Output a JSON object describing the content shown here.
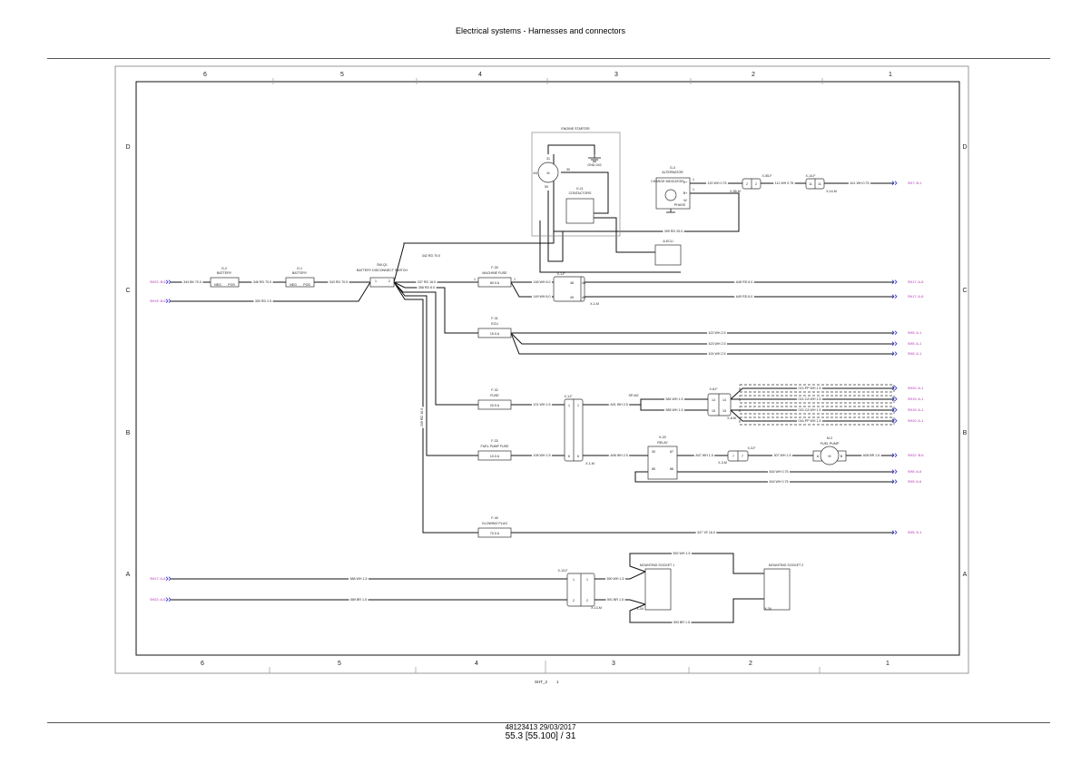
{
  "header": {
    "title": "Electrical systems - Harnesses and connectors"
  },
  "footer": {
    "doc_line": "48123413 29/03/2017",
    "page_ref": "55.3 [55.100] / 31"
  },
  "sheet": {
    "label": "SHT_2",
    "number": "1"
  },
  "frame": {
    "columns": [
      "6",
      "5",
      "4",
      "3",
      "2",
      "1"
    ],
    "rows": [
      "D",
      "C",
      "B",
      "A"
    ]
  },
  "components": {
    "batt2": {
      "id": "G-2",
      "name": "BATTERY",
      "neg": "NEG",
      "pos": "POS"
    },
    "batt1": {
      "id": "G-1",
      "name": "BATTERY",
      "neg": "NEG",
      "pos": "POS"
    },
    "switch": {
      "id": "SW-Q1",
      "name": "BATTERY DISCONNECT SWITCH",
      "p1": "1",
      "p2": "2"
    },
    "starter": {
      "name": "ENGINE STARTER",
      "motor": "M",
      "m_label": "M1",
      "t31": "31",
      "t30": "30",
      "t50": "50",
      "gnd": "GND-042"
    },
    "contactor": {
      "id": "K-11",
      "name": "CONTACTORS"
    },
    "ecu": {
      "name": "A-ECU"
    },
    "alternator": {
      "id": "G-3",
      "name": "ALTERNATOR",
      "indicator": "CHARGE INDICATOR",
      "dplus": "D+",
      "bplus": "B+",
      "w": "W",
      "phase": "PHASE",
      "pin1": "1",
      "pin2": "1"
    },
    "x55": {
      "f": "X-55-F",
      "m": "X-55-M",
      "a": "2",
      "b": "2"
    },
    "x14": {
      "f": "X-14-F",
      "m": "X-14-M",
      "a": "11",
      "b": "11"
    },
    "f30": {
      "id": "F-30",
      "name": "MACHINE FUSE",
      "rating": "80.0 A",
      "pa": "1",
      "pb": "1"
    },
    "x1_c": {
      "f": "X-1-F",
      "m": "X-1-M",
      "a1": "48",
      "b1": "48",
      "a2": "49",
      "b2": "49"
    },
    "f31": {
      "id": "F-31",
      "name": "ECU",
      "rating": "15.0 A"
    },
    "f32": {
      "id": "F-32",
      "name": "FUSE",
      "rating": "20.0 A"
    },
    "f33": {
      "id": "F-33",
      "name": "FUEL PUMP FUSE",
      "rating": "10.0 A"
    },
    "x1_b": {
      "f": "X-1-F",
      "m": "X-1-M",
      "a1": "1",
      "b1": "1",
      "a2": "6",
      "b2": "6"
    },
    "splice": {
      "id": "SP-M2"
    },
    "x8": {
      "f": "X-8-F",
      "m": "X-8-M",
      "a1": "14",
      "b1": "14",
      "a2": "15",
      "b2": "15"
    },
    "relay": {
      "id": "K-20",
      "name": "RELAY",
      "t30": "30",
      "t87": "87",
      "t85": "85",
      "t86": "86"
    },
    "x3": {
      "f": "X-3-F",
      "m": "X-3-M",
      "a": "7",
      "b": "7"
    },
    "pump": {
      "id": "M-2",
      "name": "FUEL PUMP",
      "motor": "M",
      "a": "A",
      "b": "B"
    },
    "f40": {
      "id": "F-40",
      "name": "GLOWING PLUG",
      "rating": "70.0 A"
    },
    "x13": {
      "f": "X-13-F",
      "m": "X-13-M",
      "a1": "1",
      "b1": "1",
      "a2": "2",
      "b2": "2"
    },
    "sock1": {
      "name": "MOUNTING SOCKET 1",
      "ref": "X-34"
    },
    "sock2": {
      "name": "MOUNTING SOCKET 2",
      "ref": "X-34"
    }
  },
  "wires": {
    "w344": "344 BK 70.0",
    "w346": "346 RD 70.0",
    "w343": "343 RD 70.0",
    "w350": "350 RD 2.5",
    "w342": "342 RD 70.0",
    "w337": "337 RD 16.0",
    "w358": "358 RD 6.0",
    "w339": "339 RD 16.0",
    "w120": "120 WH 0.75",
    "w111": "111 WH 0.75",
    "wA11": "A11 WH 0.75",
    "w399": "399 RD 25.0",
    "w148": "148 WH 6.0",
    "w149": "149 WH 6.0",
    "wA48": "A48 RD 6.0",
    "wA49": "A49 RD 6.0",
    "w422": "422 WH 2.5",
    "w423": "423 WH 2.5",
    "w424": "424 WH 2.5",
    "w101": "101 WH 1.5",
    "wA01": "A01 WH 2.5",
    "w584": "584 WH 1.5",
    "w585": "585 WH 1.5",
    "w013": "013-PP WH 1.5",
    "w014": "014-CA WH 1.5",
    "w015": "015-CA WH 1.5",
    "w016": "016-PP WH 1.5",
    "w106": "106 WH 1.5",
    "wA06": "A06 WH 2.5",
    "wA07": "A07 WH 1.5",
    "w307": "307 WH 1.5",
    "wA08": "A08 BR 1.5",
    "w816a": "816 WH 0.75",
    "w816b": "816 WH 0.75",
    "w347": "347 YE 16.0",
    "w588": "588 WH 1.5",
    "w589": "589 BR 1.5",
    "w590": "590 WH 1.5",
    "w591": "591 BR 1.5",
    "w592": "592 WH 1.5",
    "w593": "593 BR 1.5"
  },
  "references": {
    "in1": "SH22: B-6",
    "in2": "SH19: B-6",
    "out_alt": "SH7: B-1",
    "out_a48": "SH17: A-6",
    "out_a49": "SH17: A-6",
    "out_422": "SH5: A-1",
    "out_423": "SH5: A-1",
    "out_424": "SH5: A-1",
    "out_013": "SH20: A-1",
    "out_014": "SH19: A-1",
    "out_015": "SH19: A-1",
    "out_016": "SH20: A-1",
    "out_pump": "SH22: B-6",
    "out_816a": "SH5: A-6",
    "out_816b": "SH5: A-6",
    "out_347": "SH5: D-1",
    "in_588": "SH17: A-6",
    "in_589": "SH22: A-6"
  },
  "colors": {
    "ref": "#b030b0",
    "arrow": "#3030d0",
    "wire": "#111111",
    "frame": "#888888"
  }
}
